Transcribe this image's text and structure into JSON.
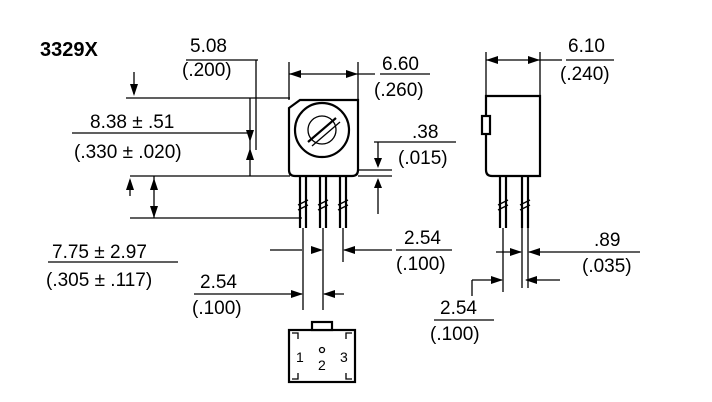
{
  "model": "3329X",
  "dimensions": {
    "height_mm": "5.08",
    "height_in": "(.200)",
    "width_mm": "6.60",
    "width_in": "(.260)",
    "depth_mm": "6.10",
    "depth_in": "(.240)",
    "body_mm": "8.38 ± .51",
    "body_in": "(.330 ± .020)",
    "standoff_mm": ".38",
    "standoff_in": "(.015)",
    "lead_mm": "7.75 ± 2.97",
    "lead_in": "(.305 ± .117)",
    "pitch_mm": "2.54",
    "pitch_in": "(.100)",
    "pitch2_mm": "2.54",
    "pitch2_in": "(.100)",
    "pitch3_mm": "2.54",
    "pitch3_in": "(.100)",
    "thickness_mm": ".89",
    "thickness_in": "(.035)"
  },
  "pins": [
    "1",
    "2",
    "3"
  ]
}
